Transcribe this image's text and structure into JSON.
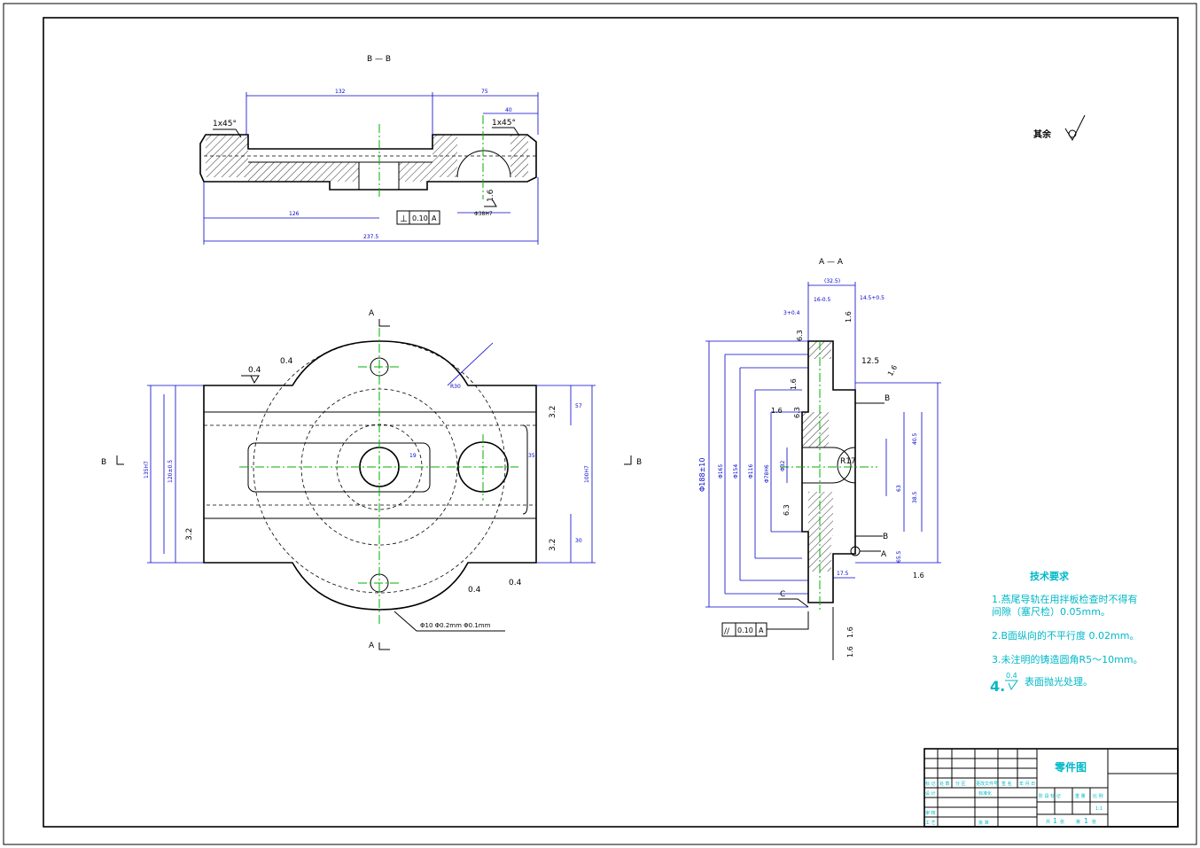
{
  "section_bb": {
    "label": "B — B",
    "chamfer_left": "1x45°",
    "chamfer_right": "1x45°",
    "dim_132": "132",
    "dim_75": "75",
    "dim_40": "40",
    "dim_126": "126",
    "dim_total": "237.5",
    "dim_hole": "Φ38H7",
    "rough": "1.6",
    "tol_symbol": "⊥",
    "tol_value": "0.10",
    "tol_datum": "A"
  },
  "section_aa": {
    "label": "A — A",
    "dim_top": "(32.5)",
    "dim_a": "14.5+0.5",
    "dim_b": "16-0.5",
    "dim_c": "3+0.4",
    "dim_d": "6.3",
    "dim_e": "1.6",
    "dim_f": "12.5",
    "dim_diam_main": "Φ188±10",
    "dim_d1": "Φ165",
    "dim_d2": "Φ154",
    "dim_d3": "Φ116",
    "dim_d4": "Φ78H6",
    "dim_d5": "Φ32",
    "dim_r": "R17",
    "dim_40_5": "40.5",
    "dim_38_5": "38.5",
    "dim_63": "63",
    "dim_65_5": "65.5",
    "dim_17_5": "17.5",
    "label_b": "B",
    "label_a": "A",
    "label_c": "C",
    "tol_symbol": "//",
    "tol_value": "0.10",
    "tol_datum": "A"
  },
  "plan_view": {
    "label_a_top": "A",
    "label_a_bottom": "A",
    "label_b_left": "B",
    "label_b_right": "B",
    "rough_04": "0.4",
    "rough_32": "3.2",
    "dim_57": "57",
    "dim_30": "30",
    "dim_19": "19",
    "dim_35": "35",
    "dim_r": "R30",
    "note_pos": "Φ10 Φ0.2mm Φ0.1mm",
    "dim_left_1": "135H7",
    "dim_left_2": "120±0.5",
    "dim_right": "100H7"
  },
  "surface_other": {
    "label": "其余"
  },
  "tech": {
    "title": "技术要求",
    "item1a": "1.燕尾导轨在用拌板检查时不得有",
    "item1b": "间隙（塞尺检）0.05mm。",
    "item2": "2.B面纵向的不平行度 0.02mm。",
    "item3": "3.未注明的铸造圆角R5～10mm。",
    "item4_num": "4.",
    "item4_rough": "0.4",
    "item4": "表面抛光处理。"
  },
  "title_block": {
    "name": "零件图",
    "r1": [
      "标 记",
      "处 数",
      "分 区",
      "更改文件号",
      "签 名",
      "年 月 日"
    ],
    "r2": [
      "设 计",
      "",
      "标准化",
      ""
    ],
    "r3": [
      "审 核",
      "",
      "",
      ""
    ],
    "r4": [
      "工 艺",
      "",
      "批 准",
      ""
    ],
    "stage": [
      "阶 段 标 记",
      "重 量",
      "比 例"
    ],
    "scale": "1:1",
    "sheets": [
      "共",
      "1",
      "张",
      "第",
      "1",
      "张"
    ]
  },
  "colors": {
    "line": "#000000",
    "dim": "#0000cc",
    "center": "#00b000",
    "text": "#00b8c8"
  }
}
